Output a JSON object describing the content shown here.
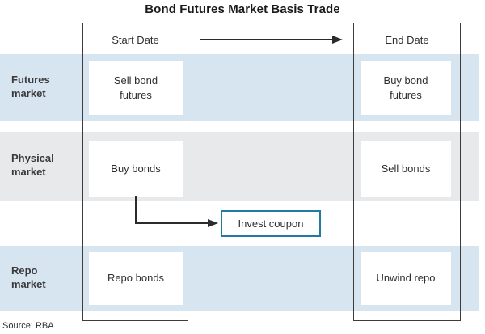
{
  "title": "Bond Futures Market Basis Trade",
  "source": "Source: RBA",
  "timeline": {
    "start_label": "Start Date",
    "end_label": "End Date"
  },
  "rows": [
    {
      "label": "Futures\nmarket"
    },
    {
      "label": "Physical\nmarket"
    },
    {
      "label": "Repo\nmarket"
    }
  ],
  "actions": {
    "start_futures": "Sell bond\nfutures",
    "end_futures": "Buy bond\nfutures",
    "start_physical": "Buy bonds",
    "end_physical": "Sell bonds",
    "start_repo": "Repo bonds",
    "end_repo": "Unwind repo",
    "coupon": "Invest coupon"
  },
  "colors": {
    "band_blue": "#d7e5f0",
    "band_gray": "#e8e9eb",
    "coupon_border": "#1f7ba3",
    "line": "#2b2b2d"
  }
}
